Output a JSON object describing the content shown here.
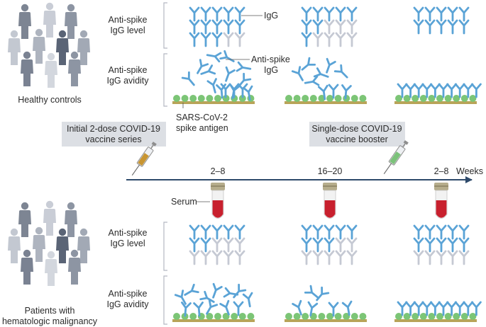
{
  "healthy_group": {
    "label": "Healthy controls"
  },
  "patient_group": {
    "label_line1": "Patients with",
    "label_line2": "hematologic malignancy"
  },
  "row_labels": {
    "level_line1": "Anti-spike",
    "level_line2": "IgG level",
    "avidity_line1": "Anti-spike",
    "avidity_line2": "IgG avidity"
  },
  "callouts": {
    "igg": "IgG",
    "anti_spike_line1": "Anti-spike",
    "anti_spike_line2": "IgG",
    "antigen_line1": "SARS-CoV-2",
    "antigen_line2": "spike antigen",
    "serum": "Serum"
  },
  "vaccine_boxes": {
    "initial_line1": "Initial 2-dose COVID-19",
    "initial_line2": "vaccine series",
    "booster_line1": "Single-dose COVID-19",
    "booster_line2": "vaccine booster"
  },
  "timeline": {
    "unit": "Weeks",
    "points": [
      "2–8",
      "16–20",
      "2–8"
    ]
  },
  "colors": {
    "antibody_blue": "#5aa3d6",
    "antibody_grey": "#c5c9d3",
    "antigen_green": "#7cc576",
    "surface_gold": "#b8a458",
    "axis_navy": "#2e4a6b",
    "box_grey": "#dcdfe4",
    "serum_red": "#c8202e",
    "cap_khaki": "#b6ad8c",
    "syringe_gold": "#c89532",
    "syringe_green": "#7cc27a"
  }
}
